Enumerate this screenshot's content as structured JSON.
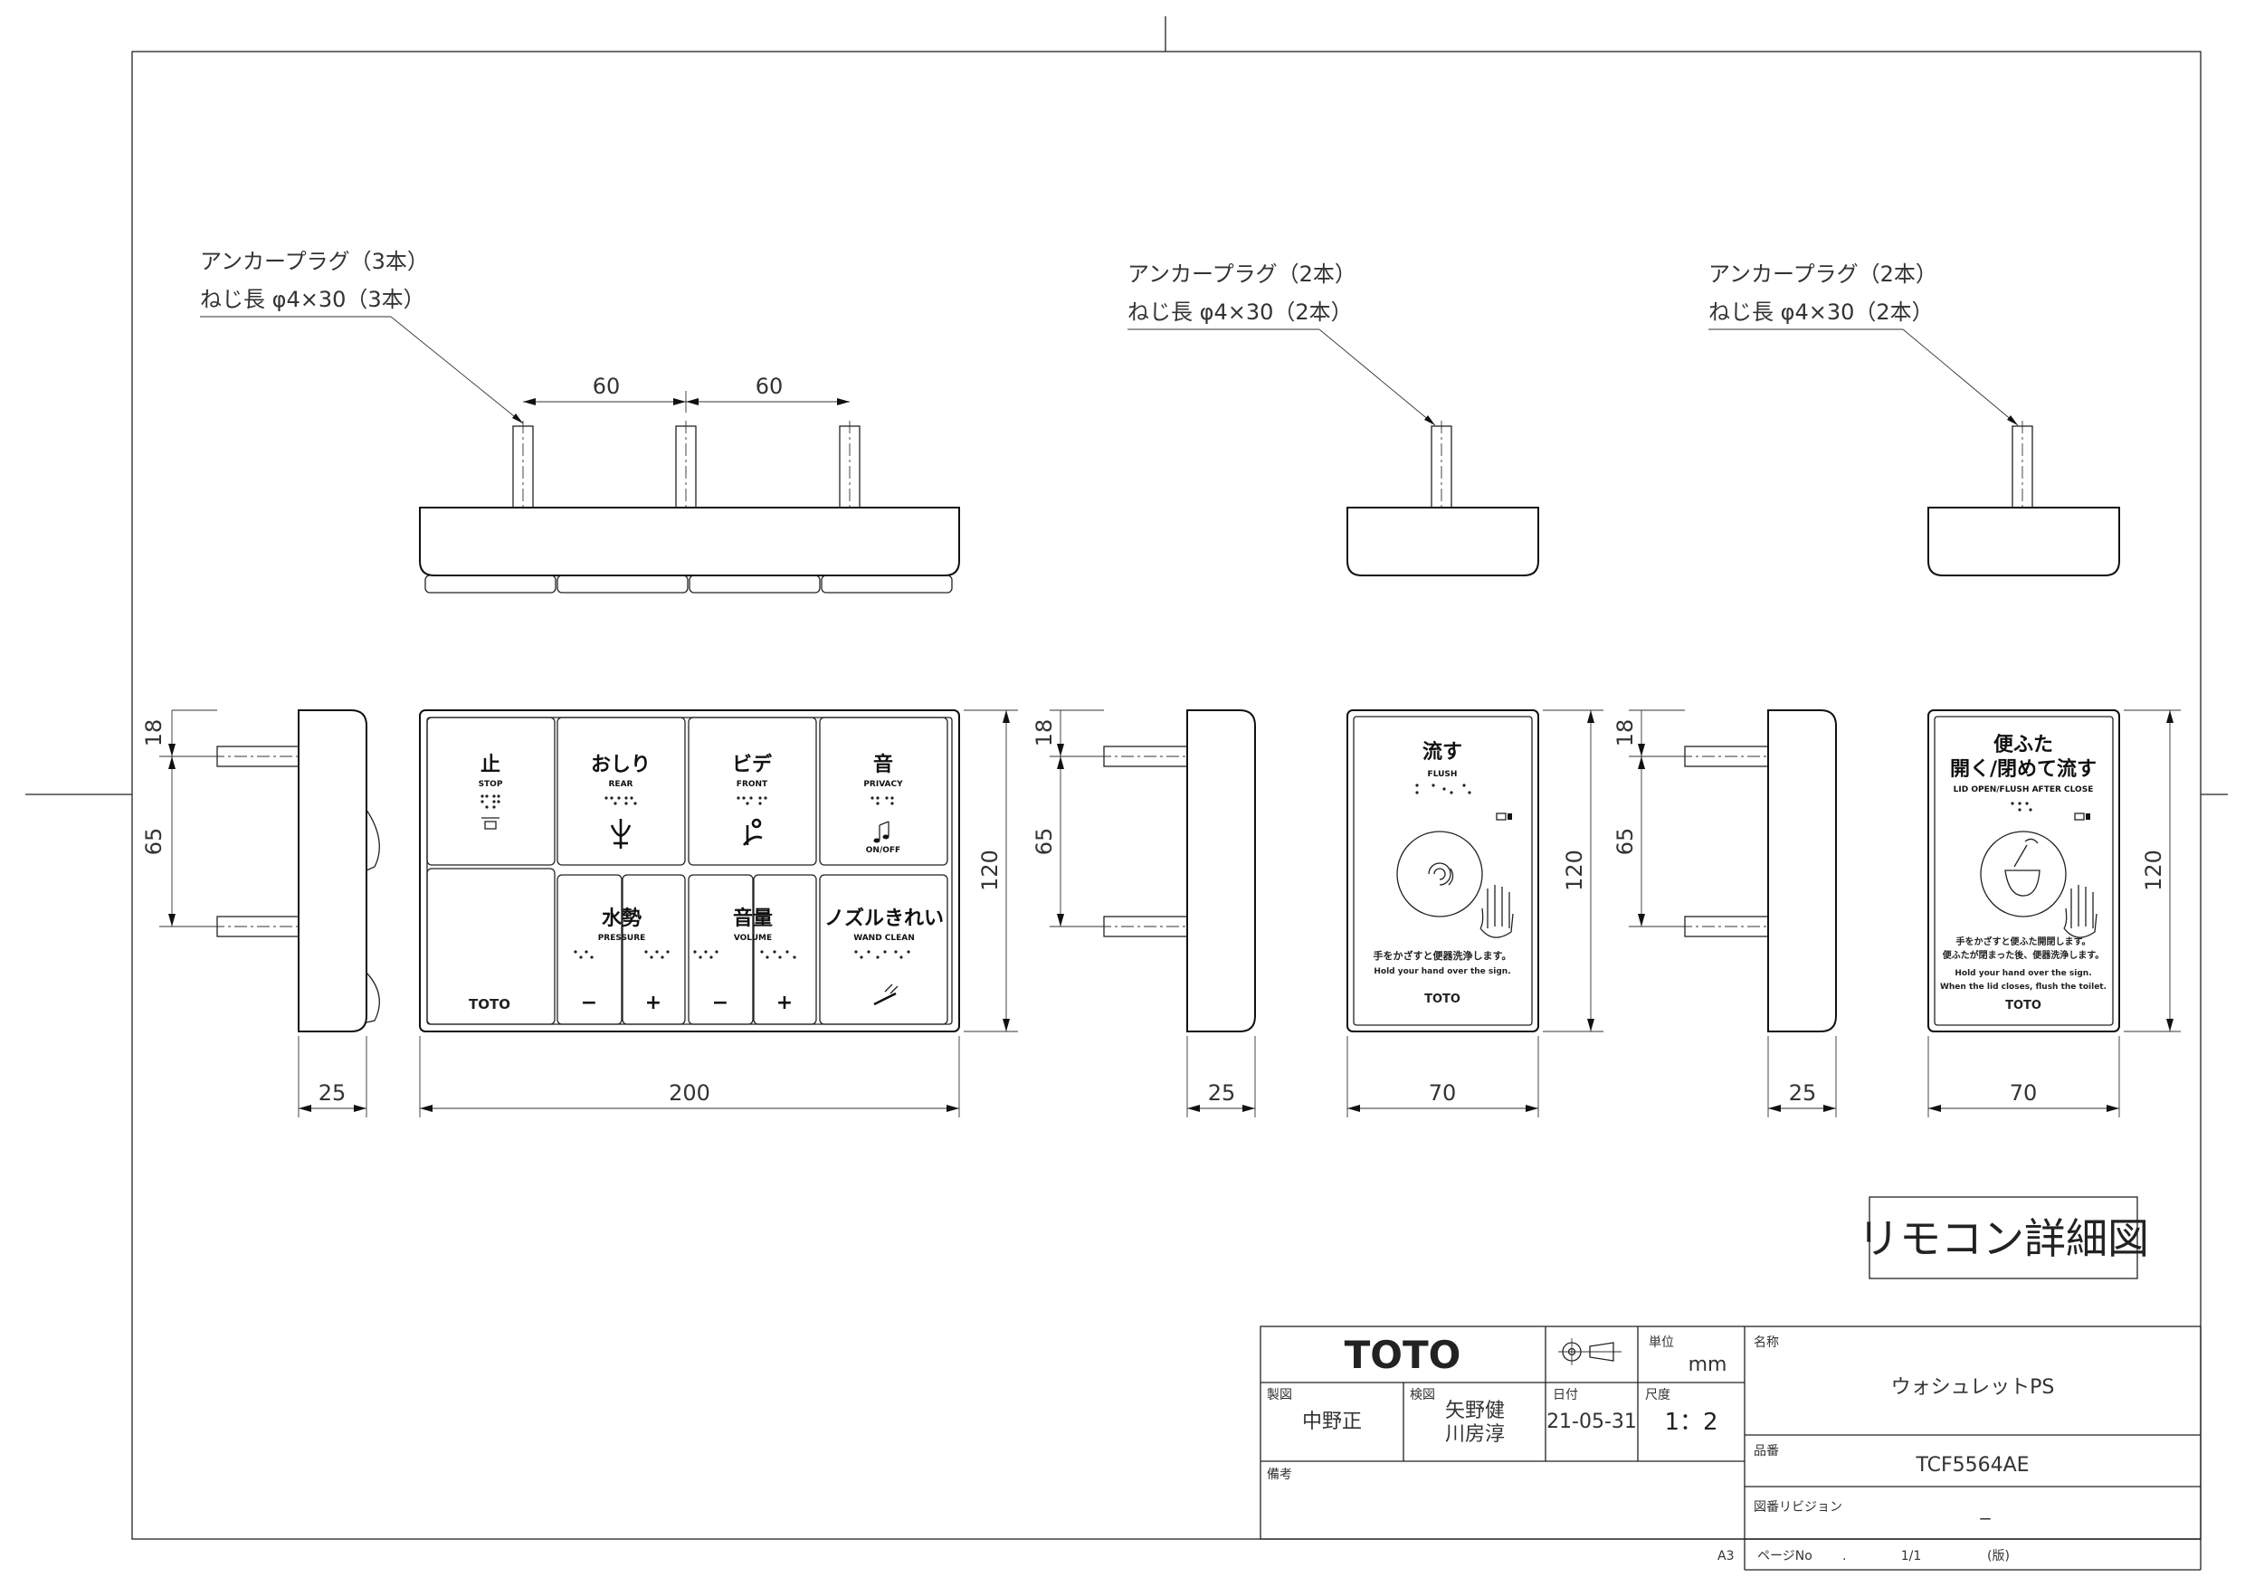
{
  "annotations": {
    "left": {
      "line1": "アンカープラグ（3本）",
      "line2": "ねじ長 φ4×30（3本）"
    },
    "middle": {
      "line1": "アンカープラグ（2本）",
      "line2": "ねじ長 φ4×30（2本）"
    },
    "right": {
      "line1": "アンカープラグ（2本）",
      "line2": "ねじ長 φ4×30（2本）"
    }
  },
  "dimensions": {
    "pitch_a": "60",
    "pitch_b": "60",
    "depth_left": "25",
    "width_main": "200",
    "height_main": "120",
    "side_top": "18",
    "side_span": "65",
    "depth_mid": "25",
    "width_flush": "70",
    "height_flush": "120",
    "side_top_mid": "18",
    "side_span_mid": "65",
    "depth_right": "25",
    "width_lid": "70",
    "height_lid": "120",
    "side_top_right": "18",
    "side_span_right": "65"
  },
  "remote": {
    "stop": {
      "jp": "止",
      "en": "STOP"
    },
    "rear": {
      "jp": "おしり",
      "en": "REAR"
    },
    "front": {
      "jp": "ビデ",
      "en": "FRONT"
    },
    "privacy": {
      "jp": "音",
      "en": "PRIVACY",
      "sub": "ON/OFF"
    },
    "pressure": {
      "jp": "水勢",
      "en": "PRESSURE",
      "minus": "−",
      "plus": "+"
    },
    "volume": {
      "jp": "音量",
      "en": "VOLUME",
      "minus": "−",
      "plus": "+"
    },
    "wand": {
      "jp": "ノズルきれい",
      "en": "WAND CLEAN"
    },
    "logo": "TOTO"
  },
  "flush_panel": {
    "jp": "流す",
    "en": "FLUSH",
    "instruction_jp": "手をかざすと便器洗浄します。",
    "instruction_en": "Hold your hand over the sign.",
    "logo": "TOTO"
  },
  "lid_panel": {
    "jp_line1": "便ふた",
    "jp_line2": "開く/閉めて流す",
    "en": "LID OPEN/FLUSH AFTER CLOSE",
    "instruction_jp1": "手をかざすと便ふた開閉します。",
    "instruction_jp2": "便ふたが閉まった後、便器洗浄します。",
    "instruction_en1": "Hold your hand over the sign.",
    "instruction_en2": "When the lid closes, flush the toilet.",
    "logo": "TOTO"
  },
  "drawing_title": "リモコン詳細図",
  "title_block": {
    "company": "TOTO",
    "unit_label": "単位",
    "unit": "mm",
    "name_label": "名称",
    "name": "ウォシュレットPS",
    "drafter_label": "製図",
    "drafter": "中野正",
    "checker_label": "検図",
    "checker1": "矢野健",
    "checker2": "川房淳",
    "date_label": "日付",
    "date": "21-05-31",
    "scale_label": "尺度",
    "scale": "1：2",
    "product_label": "品番",
    "product": "TCF5564AE",
    "notes_label": "備考",
    "revision_label": "図番リビジョン",
    "revision": "_",
    "sheet_size": "A3",
    "page_label": "ページNo",
    "page_dot": ".",
    "page": "1/1",
    "page_note": "(版)"
  }
}
